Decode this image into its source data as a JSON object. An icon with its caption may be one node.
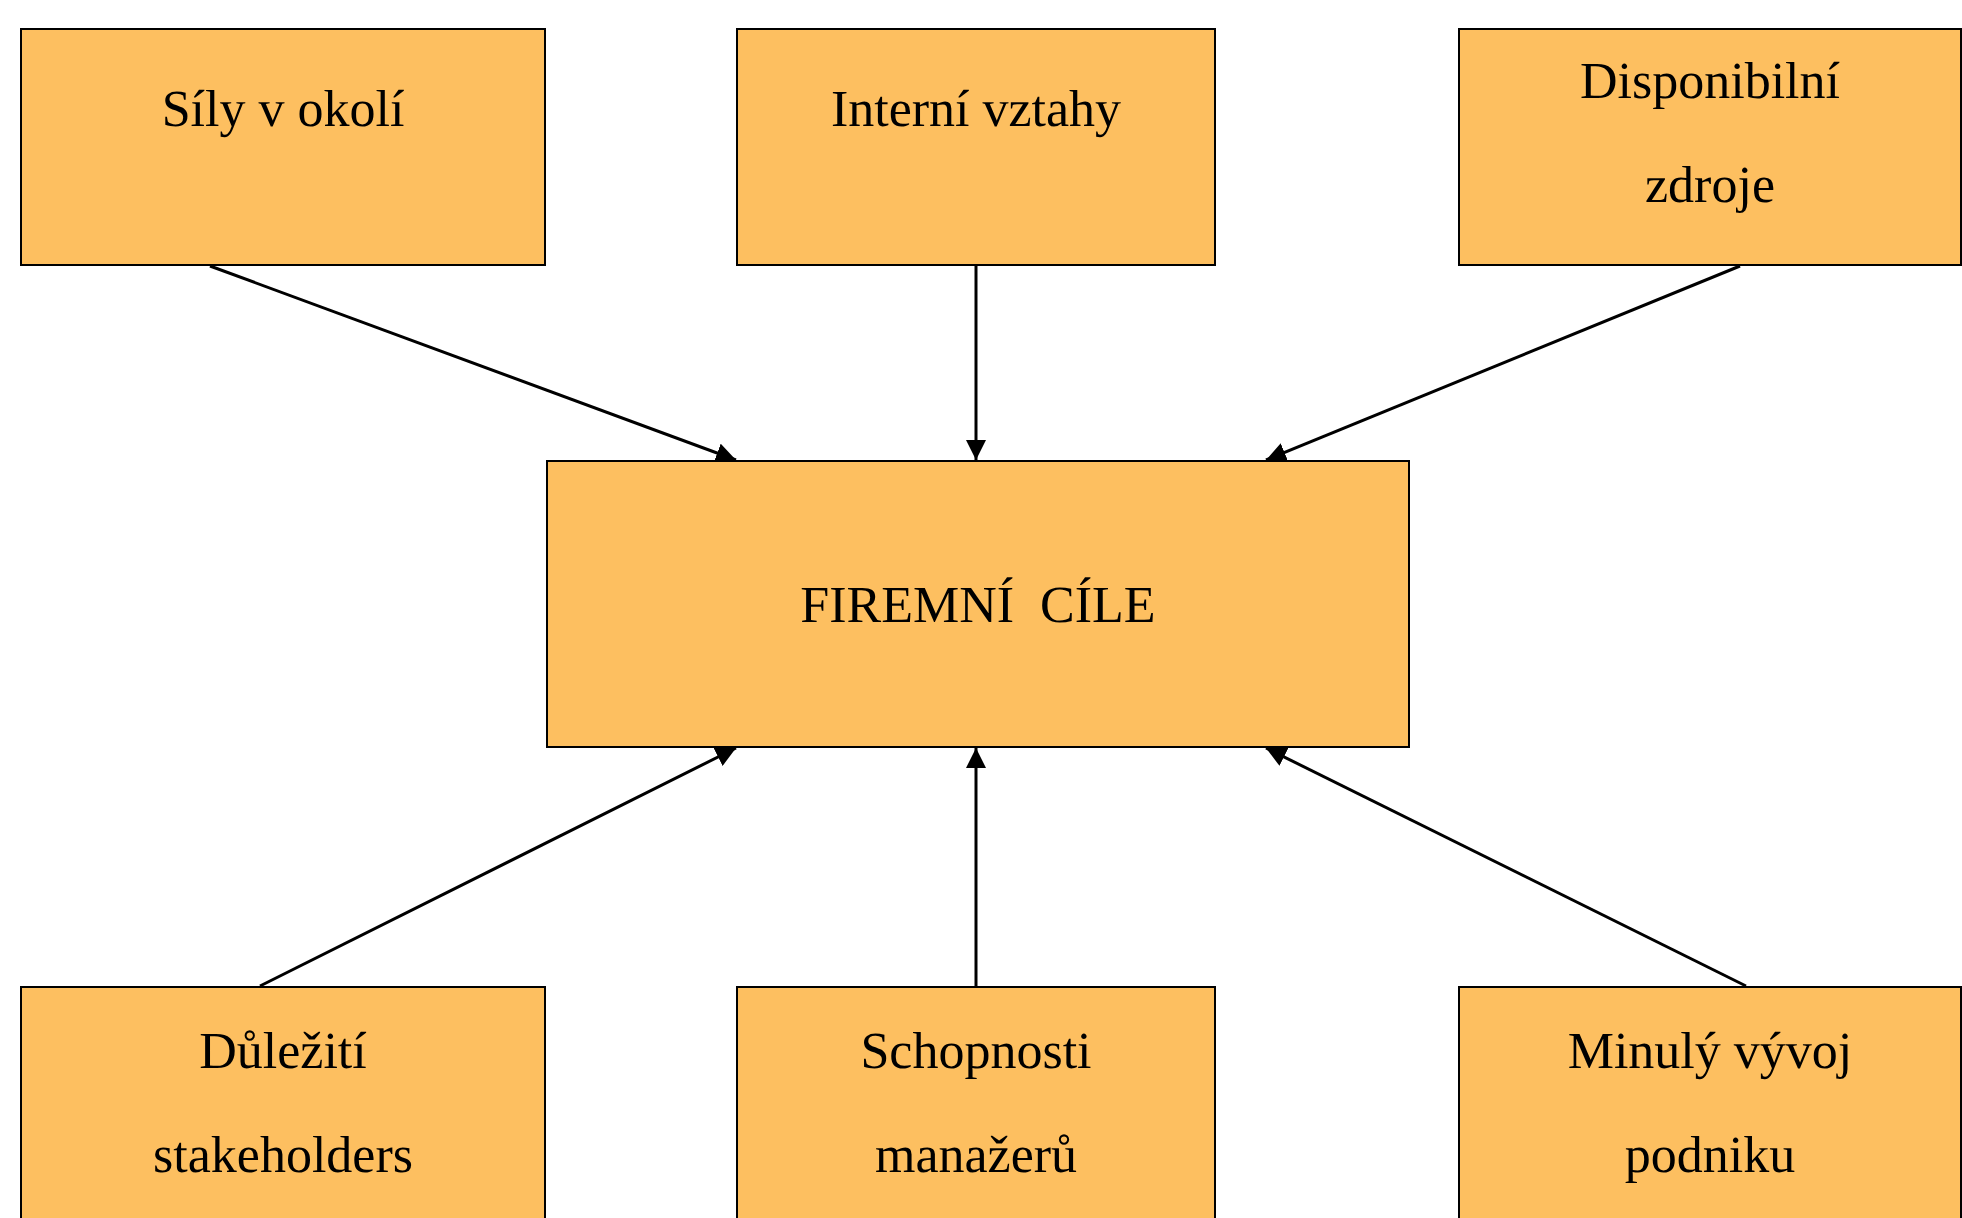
{
  "diagram": {
    "nodes": [
      {
        "text": [
          "Síly v okolí"
        ]
      },
      {
        "text": [
          "Interní vztahy"
        ]
      },
      {
        "text": [
          "Disponibilní zdroje"
        ]
      },
      {
        "text": [
          "FIREMNÍ  CÍLE"
        ]
      },
      {
        "text": [
          "Důležití stakeholders"
        ]
      },
      {
        "text": [
          "Schopnosti manažerů"
        ]
      },
      {
        "text": [
          "Minulý vývoj podniku"
        ]
      }
    ],
    "edges": [
      {
        "from": 0,
        "to": 3,
        "arrow": "to"
      },
      {
        "from": 1,
        "to": 3,
        "arrow": "to"
      },
      {
        "from": 2,
        "to": 3,
        "arrow": "to"
      },
      {
        "from": 4,
        "to": 3,
        "arrow": "to"
      },
      {
        "from": 5,
        "to": 3,
        "arrow": "to"
      },
      {
        "from": 6,
        "to": 3,
        "arrow": "to"
      }
    ]
  }
}
